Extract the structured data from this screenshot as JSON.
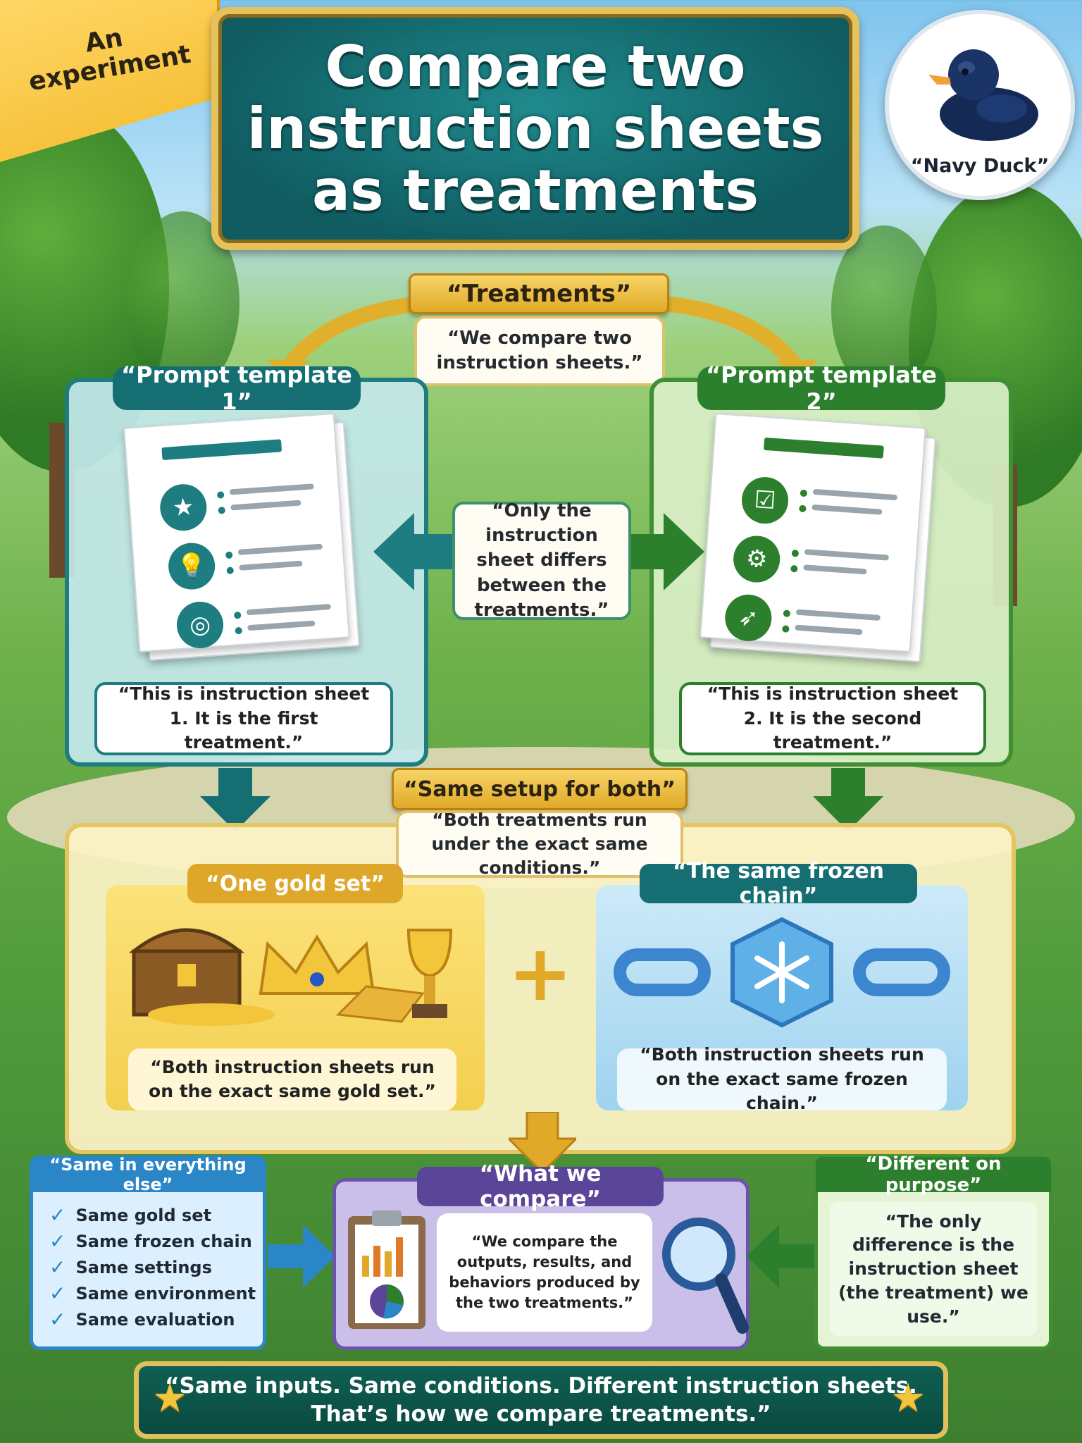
{
  "header": {
    "banner": "An experiment",
    "title": "Compare two instruction sheets as treatments",
    "mascot_label": "“Navy Duck”"
  },
  "treatments": {
    "ribbon": "“Treatments”",
    "note": "“We compare two instruction sheets.”"
  },
  "template1": {
    "title": "“Prompt template 1”",
    "caption": "“This is instruction sheet 1. It is the first treatment.”",
    "icons": [
      "star-icon",
      "lightbulb-icon",
      "target-icon"
    ]
  },
  "template2": {
    "title": "“Prompt template 2”",
    "caption": "“This is instruction sheet 2. It is the second treatment.”",
    "icons": [
      "checklist-icon",
      "gear-icon",
      "rocket-icon"
    ]
  },
  "middle_note": "“Only the instruction sheet differs between the treatments.”",
  "setup": {
    "ribbon": "“Same setup for both”",
    "note": "“Both treatments run under the exact same conditions.”",
    "gold": {
      "title": "“One gold set”",
      "caption": "“Both instruction sheets run on the exact same gold set.”"
    },
    "chain": {
      "title": "“The same frozen chain”",
      "caption": "“Both instruction sheets run on the exact same frozen chain.”"
    }
  },
  "same_else": {
    "title": "“Same in everything else”",
    "items": [
      "Same gold set",
      "Same frozen chain",
      "Same settings",
      "Same environment",
      "Same evaluation"
    ]
  },
  "compare": {
    "title": "“What we compare”",
    "text": "“We compare the outputs, results, and behaviors produced by the two treatments.”"
  },
  "different": {
    "title": "“Different on purpose”",
    "text": "“The only difference is the instruction sheet (the treatment) we use.”"
  },
  "footer": {
    "line1": "“Same inputs. Same conditions. Different instruction sheets.",
    "line2": "That’s how we compare treatments.”"
  },
  "colors": {
    "teal": "#156e72",
    "green": "#2c7f2c",
    "gold": "#e0a928",
    "purple": "#6a55a8",
    "blue": "#2b86c7"
  }
}
